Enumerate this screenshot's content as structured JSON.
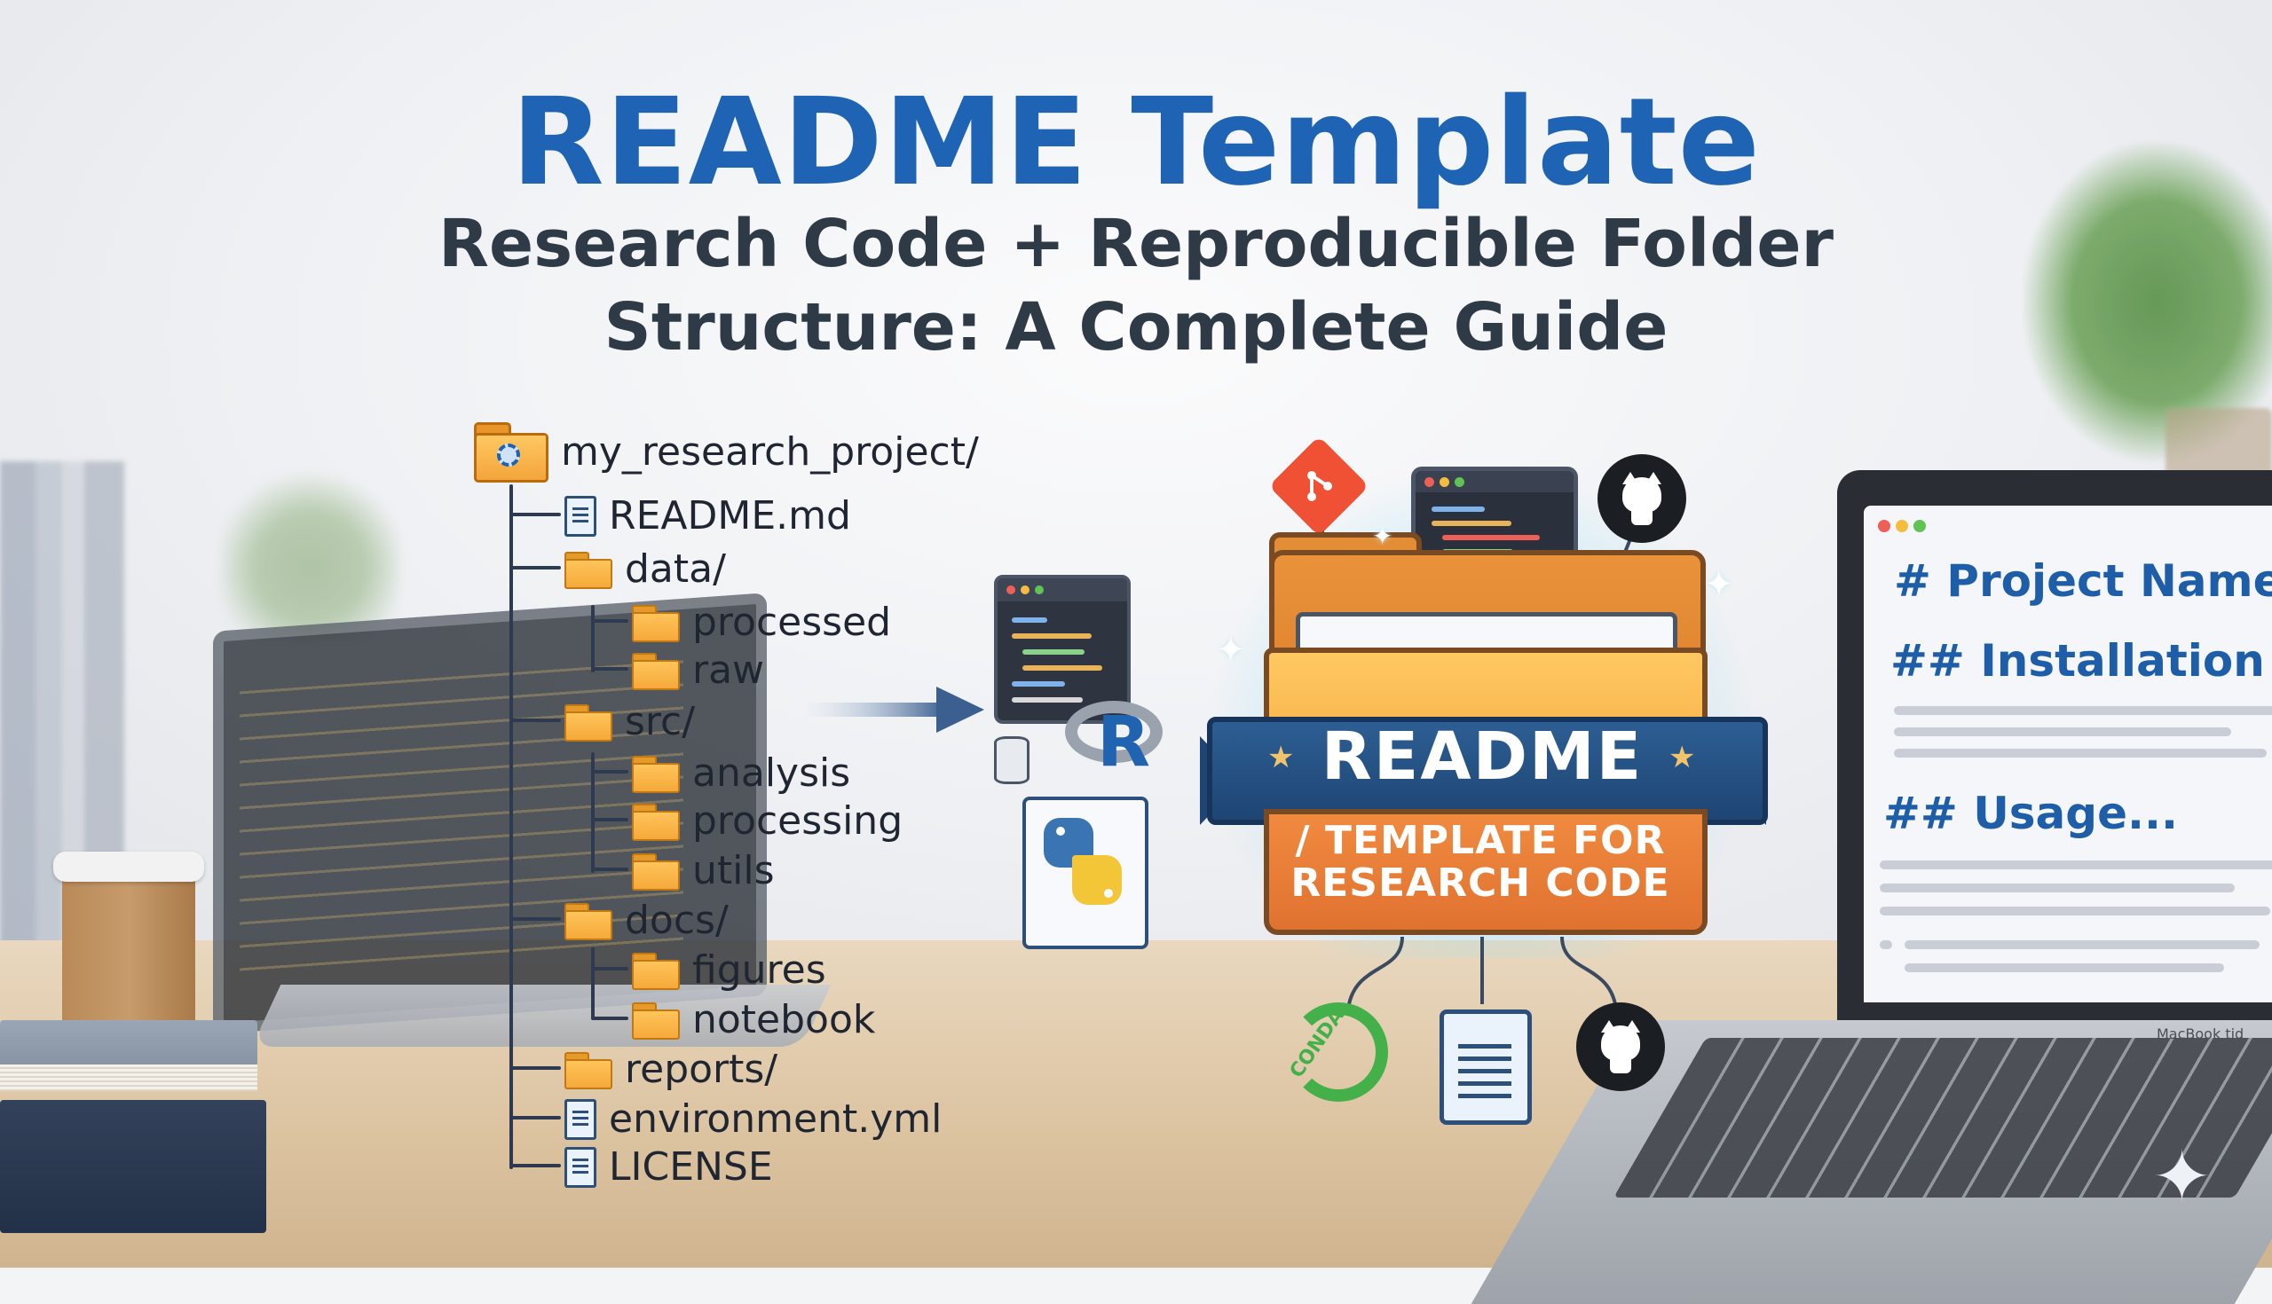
{
  "title": {
    "main": "README Template",
    "line2": "Research Code + Reproducible Folder",
    "line3": "Structure: A Complete Guide"
  },
  "tree": {
    "root": "my_research_project/",
    "items": [
      {
        "label": "README.md",
        "kind": "file",
        "depth": 1
      },
      {
        "label": "data/",
        "kind": "folder",
        "depth": 1
      },
      {
        "label": "processed",
        "kind": "folder",
        "depth": 2
      },
      {
        "label": "raw",
        "kind": "folder",
        "depth": 2
      },
      {
        "label": "src/",
        "kind": "folder",
        "depth": 1
      },
      {
        "label": "analysis",
        "kind": "folder",
        "depth": 2
      },
      {
        "label": "processing",
        "kind": "folder",
        "depth": 2
      },
      {
        "label": "utils",
        "kind": "folder",
        "depth": 2
      },
      {
        "label": "docs/",
        "kind": "folder",
        "depth": 1
      },
      {
        "label": "figures",
        "kind": "folder",
        "depth": 2
      },
      {
        "label": "notebook",
        "kind": "folder",
        "depth": 2
      },
      {
        "label": "reports/",
        "kind": "folder",
        "depth": 1
      },
      {
        "label": "environment.yml",
        "kind": "file",
        "depth": 1
      },
      {
        "label": "LICENSE",
        "kind": "file",
        "depth": 1
      }
    ]
  },
  "badge": {
    "title": "README",
    "sub_line1": "/ TEMPLATE FOR",
    "sub_line2": "RESEARCH CODE"
  },
  "laptop_screen": {
    "h1": "# Project Name",
    "h2": "## Installation",
    "h3": "## Usage...",
    "brand": "MacBook tid"
  },
  "icons": {
    "git": "git-icon",
    "terminal": "terminal-icon",
    "github": "github-icon",
    "r": "r-logo-icon",
    "python": "python-icon",
    "conda": "conda-icon",
    "conda_label": "CONDA",
    "document": "document-icon"
  },
  "colors": {
    "title_blue": "#1e63b4",
    "subtitle": "#2f3a47",
    "folder": "#f5a93a",
    "badge_blue": "#1e4573",
    "badge_orange": "#e07230"
  }
}
